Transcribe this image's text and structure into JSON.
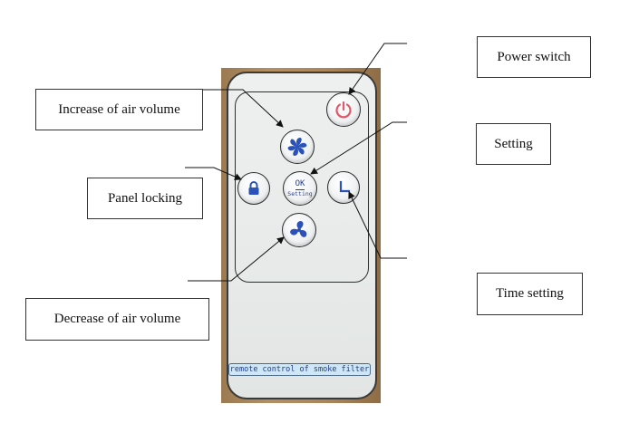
{
  "callouts": {
    "power_switch": "Power switch",
    "setting": "Setting",
    "time_setting": "Time setting",
    "increase_air_volume": "Increase of air volume",
    "panel_locking": "Panel locking",
    "decrease_air_volume": "Decrease of air volume"
  },
  "remote": {
    "ok_top": "OK",
    "ok_bottom": "Setting",
    "footer_text": "remote control of smoke filter"
  },
  "icons": {
    "power": "power-icon",
    "fan_up": "fan-icon",
    "fan_down": "fan-icon",
    "lock": "lock-icon",
    "timer": "timer-icon"
  },
  "colors": {
    "power_symbol": "#e05a6a",
    "button_symbols": "#2a52b8",
    "footer_strip": "#cfe6f7",
    "remote_face": "#e9ecec"
  }
}
